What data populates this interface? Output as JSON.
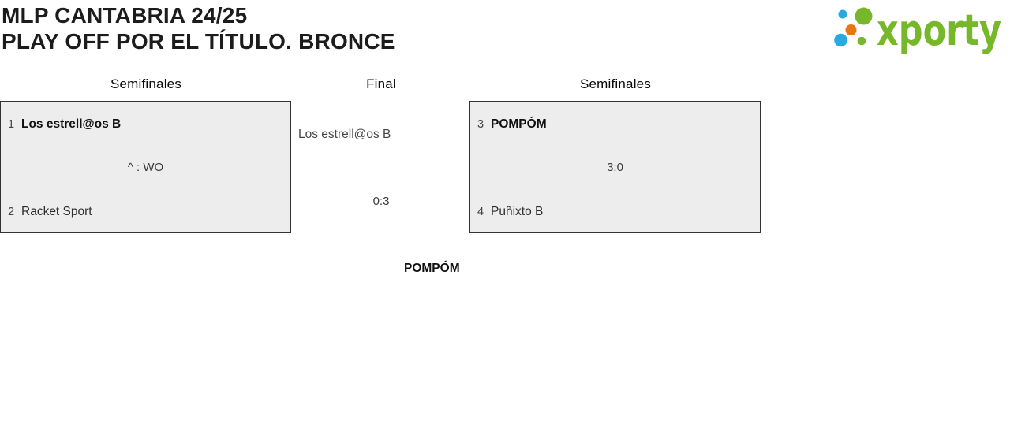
{
  "header": {
    "title_line1": "MLP CANTABRIA 24/25",
    "title_line2": "PLAY OFF POR EL TÍTULO. BRONCE"
  },
  "logo": {
    "text": "xporty",
    "colors": {
      "green": "#76b82a",
      "blue": "#2aa9e0",
      "orange": "#e87712"
    }
  },
  "colors": {
    "box_fill": "#ededed",
    "box_border": "#333333",
    "background": "#ffffff"
  },
  "bracket": {
    "column_headers": {
      "semifinals_left": "Semifinales",
      "final": "Final",
      "semifinals_right": "Semifinales"
    },
    "semifinal1": {
      "p1_seed": "1",
      "p1_name": "Los estrell@os B",
      "score": "^ : WO",
      "p2_seed": "2",
      "p2_name": "Racket Sport"
    },
    "final": {
      "p1_name": "Los estrell@os B",
      "score": "0:3",
      "winner_name": "POMPÓM"
    },
    "semifinal2": {
      "p1_seed": "3",
      "p1_name": "POMPÓM",
      "score": "3:0",
      "p2_seed": "4",
      "p2_name": "Puñixto B"
    }
  }
}
